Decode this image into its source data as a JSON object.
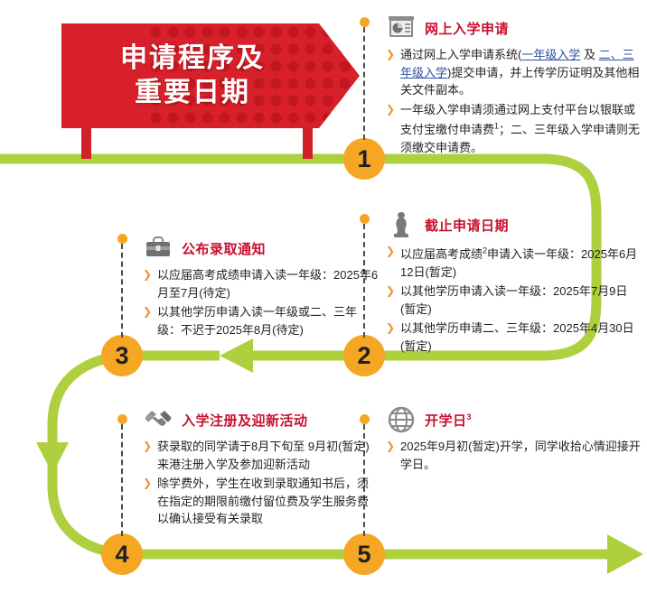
{
  "colors": {
    "red": "#d8202a",
    "red_dark": "#b8141c",
    "green": "#aecf3e",
    "orange": "#f5a623",
    "title_red": "#c8102e",
    "link_blue": "#2b4fa2",
    "icon_gray": "#7a7a7a",
    "text": "#231f20"
  },
  "sign": {
    "title_line1": "申请程序及",
    "title_line2": "重要日期"
  },
  "steps": [
    {
      "number": "1",
      "icon": "presentation-chart-icon",
      "title": "网上入学申请",
      "title_sup": "",
      "bullets": [
        {
          "segments": [
            {
              "type": "text",
              "text": "通过网上入学申请系统("
            },
            {
              "type": "link",
              "text": "一年级入学"
            },
            {
              "type": "text",
              "text": " 及 "
            },
            {
              "type": "link",
              "text": "二、三年级入学"
            },
            {
              "type": "text",
              "text": ")提交申请，并上传学历证明及其他相关文件副本。"
            }
          ]
        },
        {
          "segments": [
            {
              "type": "text",
              "text": "一年级入学申请须通过网上支付平台以银联或支付宝缴付申请费"
            },
            {
              "type": "sup",
              "text": "1"
            },
            {
              "type": "text",
              "text": "；二、三年级入学申请则无须缴交申请费。"
            }
          ]
        }
      ]
    },
    {
      "number": "2",
      "icon": "chess-piece-icon",
      "title": "截止申请日期",
      "title_sup": "",
      "bullets": [
        {
          "segments": [
            {
              "type": "text",
              "text": "以应届高考成绩"
            },
            {
              "type": "sup",
              "text": "2"
            },
            {
              "type": "text",
              "text": "申请入读一年级：2025年6月12日(暂定)"
            }
          ]
        },
        {
          "segments": [
            {
              "type": "text",
              "text": "以其他学历申请入读一年级：2025年7月9日(暂定)"
            }
          ]
        },
        {
          "segments": [
            {
              "type": "text",
              "text": "以其他学历申请二、三年级：2025年4月30日(暂定)"
            }
          ]
        }
      ]
    },
    {
      "number": "3",
      "icon": "briefcase-icon",
      "title": "公布录取通知",
      "title_sup": "",
      "bullets": [
        {
          "segments": [
            {
              "type": "text",
              "text": "以应届高考成绩申请入读一年级：2025年6月至7月(待定)"
            }
          ]
        },
        {
          "segments": [
            {
              "type": "text",
              "text": "以其他学历申请入读一年级或二、三年级：不迟于2025年8月(待定)"
            }
          ]
        }
      ]
    },
    {
      "number": "4",
      "icon": "handshake-icon",
      "title": "入学注册及迎新活动",
      "title_sup": "",
      "bullets": [
        {
          "segments": [
            {
              "type": "text",
              "text": "获录取的同学请于8月下旬至 9月初(暂定)来港注册入学及参加迎新活动"
            }
          ]
        },
        {
          "segments": [
            {
              "type": "text",
              "text": "除学费外，学生在收到录取通知书后，须在指定的期限前缴付留位费及学生服务费以确认接受有关录取"
            }
          ]
        }
      ]
    },
    {
      "number": "5",
      "icon": "globe-icon",
      "title": "开学日",
      "title_sup": "3",
      "bullets": [
        {
          "segments": [
            {
              "type": "text",
              "text": "2025年9月初(暂定)开学，同学收拾心情迎接开学日。"
            }
          ]
        }
      ]
    }
  ]
}
